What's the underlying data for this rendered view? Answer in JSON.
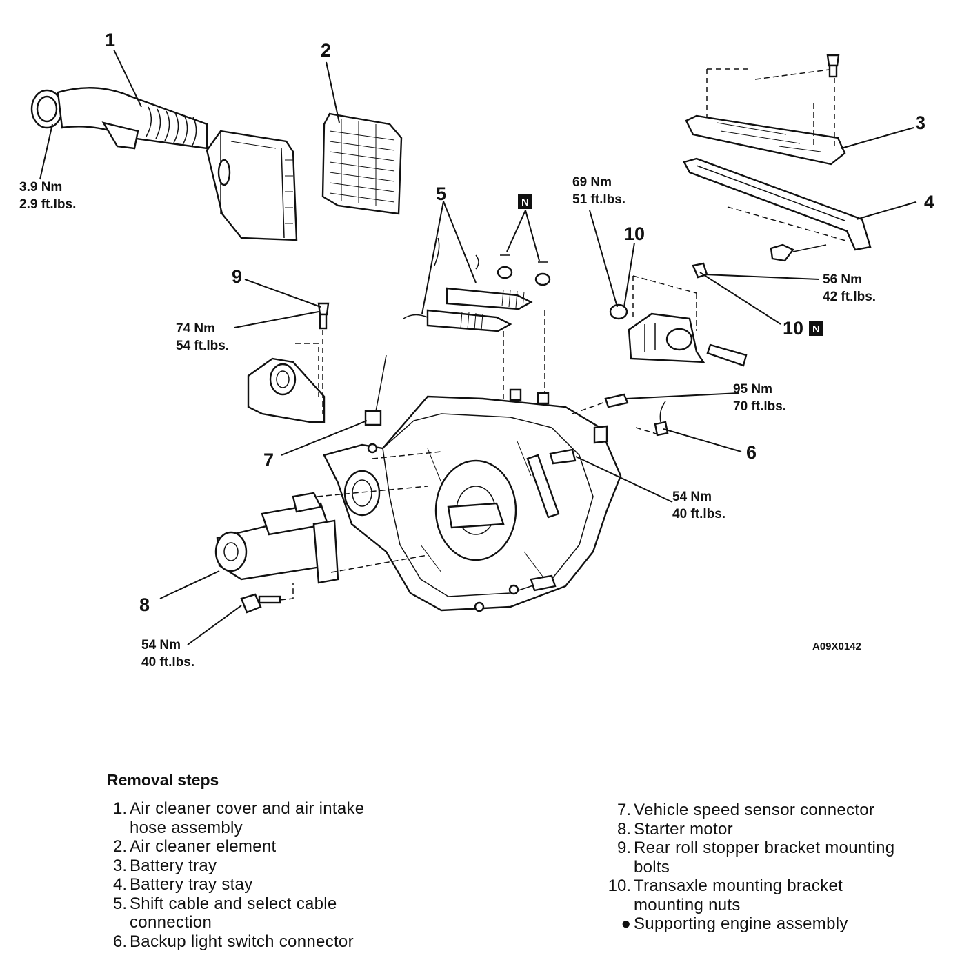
{
  "callouts": {
    "c1": "1",
    "c2": "2",
    "c3": "3",
    "c4": "4",
    "c5": "5",
    "c6": "6",
    "c7": "7",
    "c8": "8",
    "c9": "9",
    "c10a": "10",
    "c10b": "10",
    "n_marker": "N"
  },
  "torques": {
    "t1a": "3.9 Nm",
    "t1b": "2.9 ft.lbs.",
    "t2a": "69 Nm",
    "t2b": "51 ft.lbs.",
    "t3a": "56 Nm",
    "t3b": "42 ft.lbs.",
    "t4a": "74 Nm",
    "t4b": "54 ft.lbs.",
    "t5a": "95 Nm",
    "t5b": "70 ft.lbs.",
    "t6a": "54 Nm",
    "t6b": "40 ft.lbs.",
    "t7a": "54 Nm",
    "t7b": "40 ft.lbs."
  },
  "figure_code": "A09X0142",
  "legend": {
    "heading": "Removal steps",
    "left": [
      {
        "idx": "1.",
        "lines": [
          "Air cleaner cover and air intake",
          "hose assembly"
        ]
      },
      {
        "idx": "2.",
        "lines": [
          "Air cleaner element"
        ]
      },
      {
        "idx": "3.",
        "lines": [
          "Battery tray"
        ]
      },
      {
        "idx": "4.",
        "lines": [
          "Battery tray stay"
        ]
      },
      {
        "idx": "5.",
        "lines": [
          "Shift cable and select cable",
          "connection"
        ]
      },
      {
        "idx": "6.",
        "lines": [
          "Backup light switch connector"
        ]
      }
    ],
    "right": [
      {
        "idx": "7.",
        "lines": [
          "Vehicle speed sensor connector"
        ]
      },
      {
        "idx": "8.",
        "lines": [
          "Starter motor"
        ]
      },
      {
        "idx": "9.",
        "lines": [
          "Rear roll stopper bracket mounting",
          "bolts"
        ]
      },
      {
        "idx": "10.",
        "lines": [
          "Transaxle mounting bracket",
          "mounting nuts"
        ]
      },
      {
        "idx": "●",
        "lines": [
          "Supporting engine assembly"
        ]
      }
    ]
  }
}
